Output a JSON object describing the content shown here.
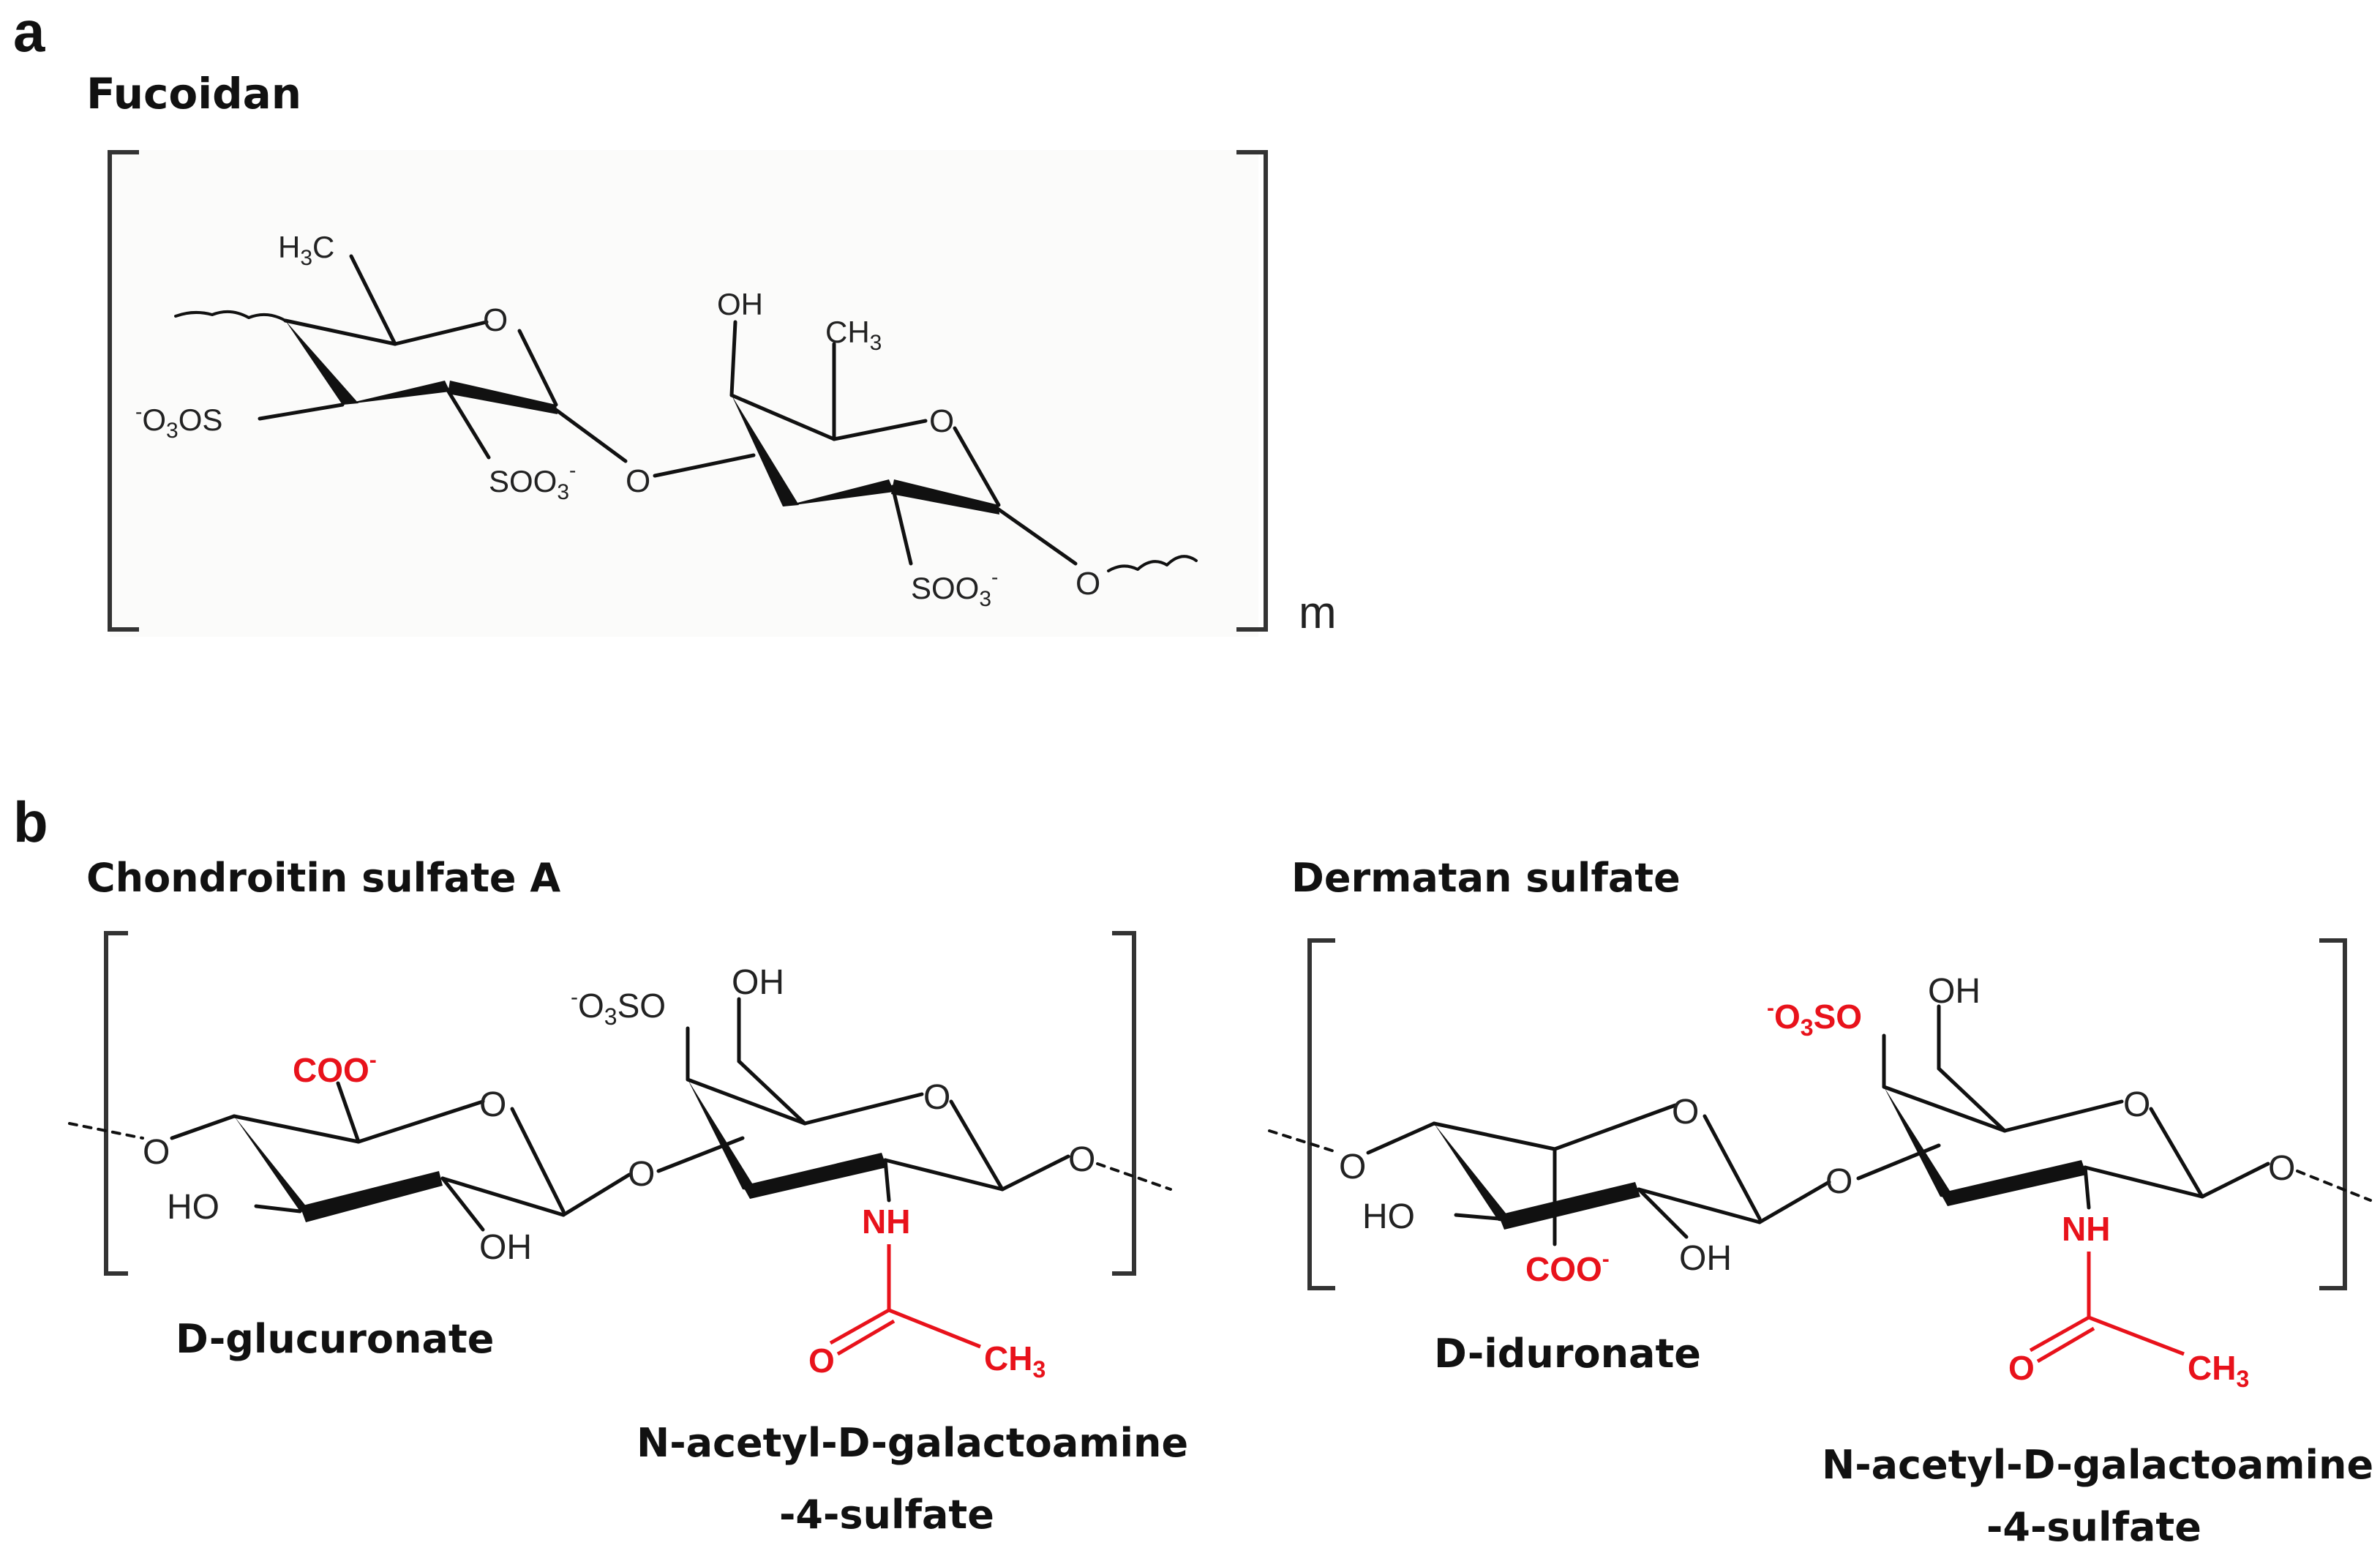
{
  "panels": {
    "a": {
      "letter": "a",
      "title": "Fucoidan",
      "repeat": "m",
      "labels": {
        "h3c": "H",
        "h3c_sub": "3",
        "h3c_c": "C",
        "o_ring1": "O",
        "o3os_pre": "-",
        "o3os_o": "O",
        "o3os_sub": "3",
        "o3os_os": "OS",
        "soo3_1": "SOO",
        "soo3_1_sub": "3",
        "soo3_1_sup": "-",
        "o_link": "O",
        "oh": "OH",
        "ch3_c": "CH",
        "ch3_sub": "3",
        "o_ring2": "O",
        "soo3_2": "SOO",
        "soo3_2_sub": "3",
        "soo3_2_sup": "-",
        "o_end": "O"
      }
    },
    "b": {
      "letter": "b",
      "left": {
        "title": "Chondroitin sulfate A",
        "unit1": "D-glucuronate",
        "unit2_line1": "N-acetyl-D-galactoamine",
        "unit2_line2": "-4-sulfate",
        "labels": {
          "o_left": "O",
          "coo": "COO",
          "coo_sup": "-",
          "o_ring1": "O",
          "ho": "HO",
          "oh_bottom": "OH",
          "o_link": "O",
          "o3so_pre": "-",
          "o3so_o": "O",
          "o3so_sub": "3",
          "o3so_so": "SO",
          "oh_top": "OH",
          "o_ring2": "O",
          "o_right": "O",
          "nh": "NH",
          "o_carbonyl": "O",
          "ch3": "CH",
          "ch3_sub": "3"
        }
      },
      "right": {
        "title": "Dermatan sulfate",
        "unit1": "D-iduronate",
        "unit2_line1": "N-acetyl-D-galactoamine",
        "unit2_line2": "-4-sulfate",
        "labels": {
          "o_left": "O",
          "o_ring1": "O",
          "ho": "HO",
          "coo": "COO",
          "coo_sup": "-",
          "oh_bottom": "OH",
          "o_link": "O",
          "o3so_pre": "-",
          "o3so_o": "O",
          "o3so_sub": "3",
          "o3so_so": "SO",
          "oh_top": "OH",
          "o_ring2": "O",
          "o_right": "O",
          "nh": "NH",
          "o_carbonyl": "O",
          "ch3": "CH",
          "ch3_sub": "3"
        }
      }
    }
  },
  "colors": {
    "highlight": "#e8121b",
    "text": "#111111"
  }
}
